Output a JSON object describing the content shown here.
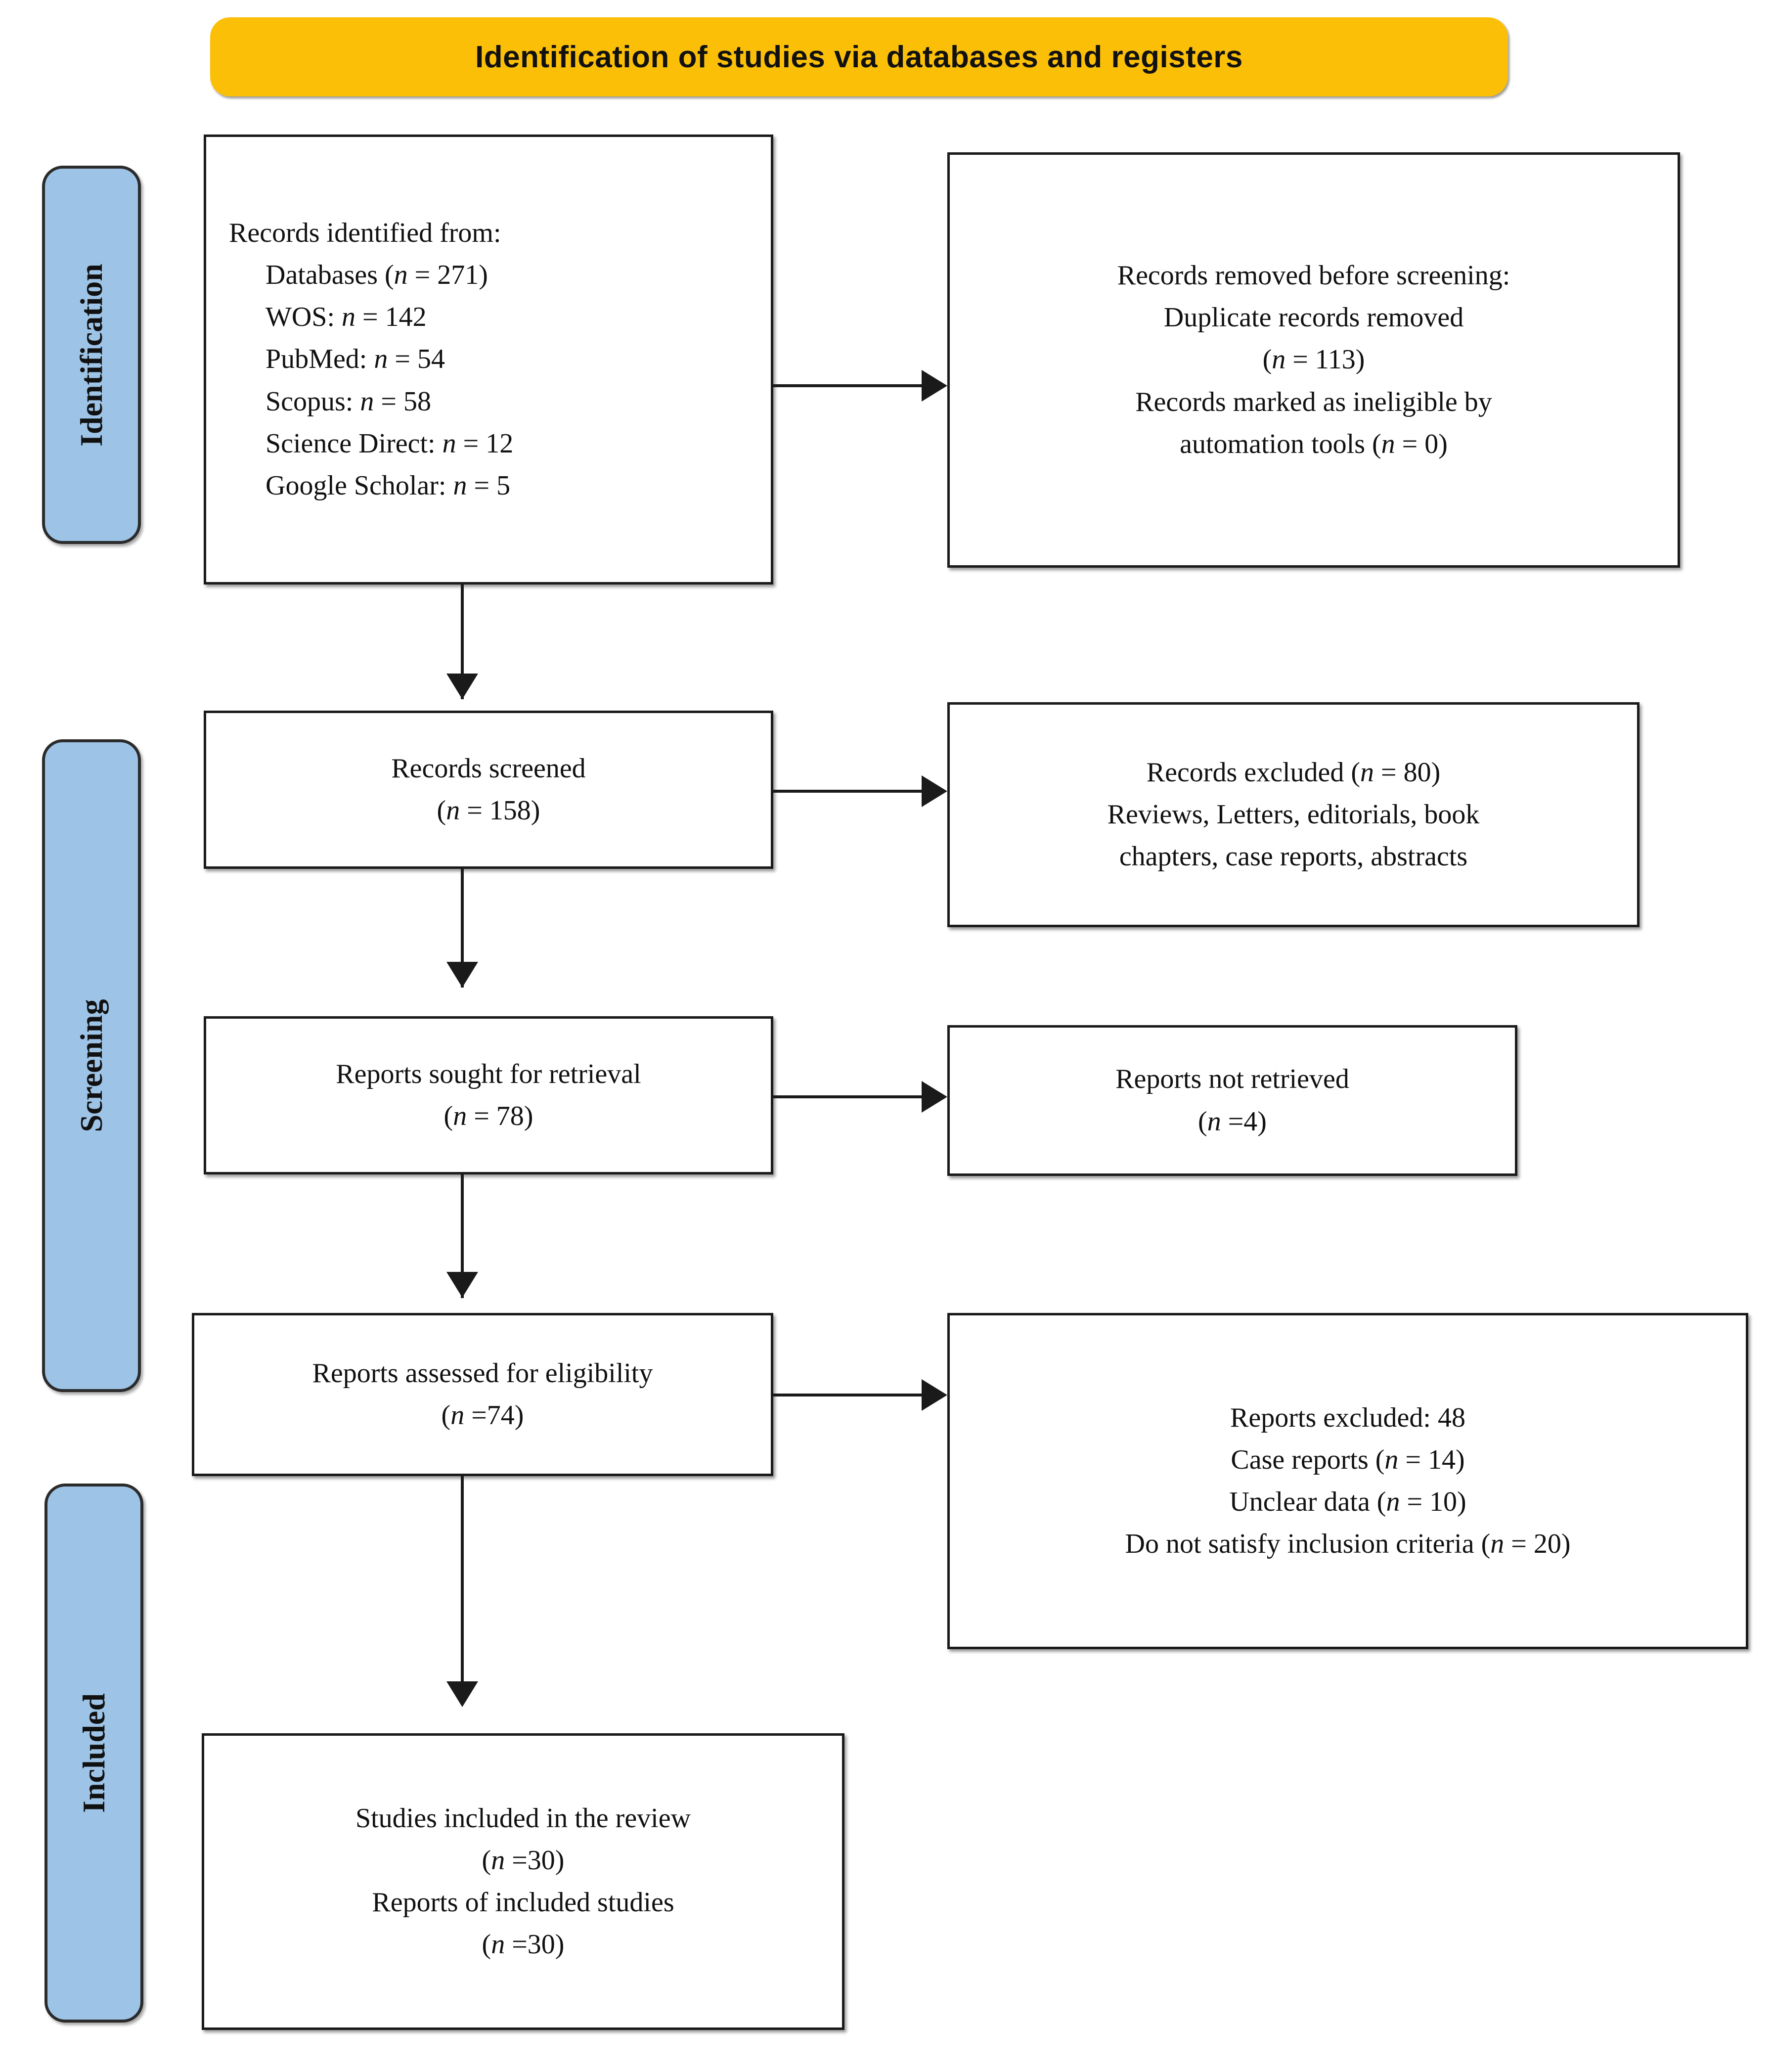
{
  "banner": {
    "title": "Identification of studies via databases and registers"
  },
  "stages": [
    {
      "label": "Identification"
    },
    {
      "label": "Screening"
    },
    {
      "label": "Included"
    }
  ],
  "boxes": {
    "identified": {
      "heading": "Records identified from:",
      "items": [
        "Databases (n = 271)",
        "WOS: n = 142",
        "PubMed: n = 54",
        "Scopus: n = 58",
        "Science Direct: n = 12",
        "Google Scholar: n = 5"
      ]
    },
    "removed": {
      "lines": [
        "Records removed before screening:",
        "Duplicate records removed",
        "(n = 113)",
        "Records marked as ineligible by",
        "automation tools (n = 0)"
      ]
    },
    "screened": {
      "lines": [
        "Records screened",
        "(n = 158)"
      ]
    },
    "records_excluded": {
      "lines": [
        "Records excluded (n = 80)",
        "Reviews, Letters, editorials, book",
        "chapters, case reports, abstracts"
      ]
    },
    "sought": {
      "lines": [
        "Reports sought for retrieval",
        "(n = 78)"
      ]
    },
    "not_retrieved": {
      "lines": [
        "Reports not retrieved",
        "(n =4)"
      ]
    },
    "assessed": {
      "lines": [
        "Reports assessed for eligibility",
        "(n =74)"
      ]
    },
    "reports_excluded": {
      "lines": [
        "Reports excluded: 48",
        "Case reports (n = 14)",
        "Unclear data (n = 10)",
        "Do not satisfy inclusion criteria (n = 20)"
      ]
    },
    "included": {
      "lines": [
        "Studies included in the review",
        "(n =30)",
        "Reports of included studies",
        "(n =30)"
      ]
    }
  },
  "colors": {
    "banner_fill": "#FBBF08",
    "stage_fill": "#9DC3E6",
    "box_border": "#1a1a1a",
    "text": "#111111"
  }
}
